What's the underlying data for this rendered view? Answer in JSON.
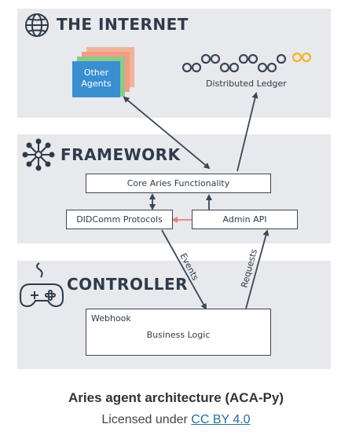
{
  "sections": {
    "internet": "THE INTERNET",
    "framework": "FRAMEWORK",
    "controller": "CONTROLLER"
  },
  "internet": {
    "other_agents": "Other Agents",
    "ledger": "Distributed Ledger"
  },
  "framework": {
    "core": "Core Aries Functionality",
    "didcomm": "DIDComm Protocols",
    "admin_api": "Admin API"
  },
  "controller": {
    "webhook": "Webhook",
    "business_logic": "Business Logic"
  },
  "arrows": {
    "events": "Events",
    "requests": "Requests"
  },
  "caption": {
    "title": "Aries agent architecture (ACA-Py)",
    "license_prefix": "Licensed under",
    "license_link": "CC BY 4.0"
  },
  "colors": {
    "band": "#e7e9ec",
    "ink": "#3b4756",
    "agents_card": "#3a8fd1",
    "ledger_gold": "#f0b429",
    "admin_arrow": "#e8807a"
  },
  "icons": [
    "globe-icon",
    "framework-icon",
    "gamepad-icon"
  ]
}
